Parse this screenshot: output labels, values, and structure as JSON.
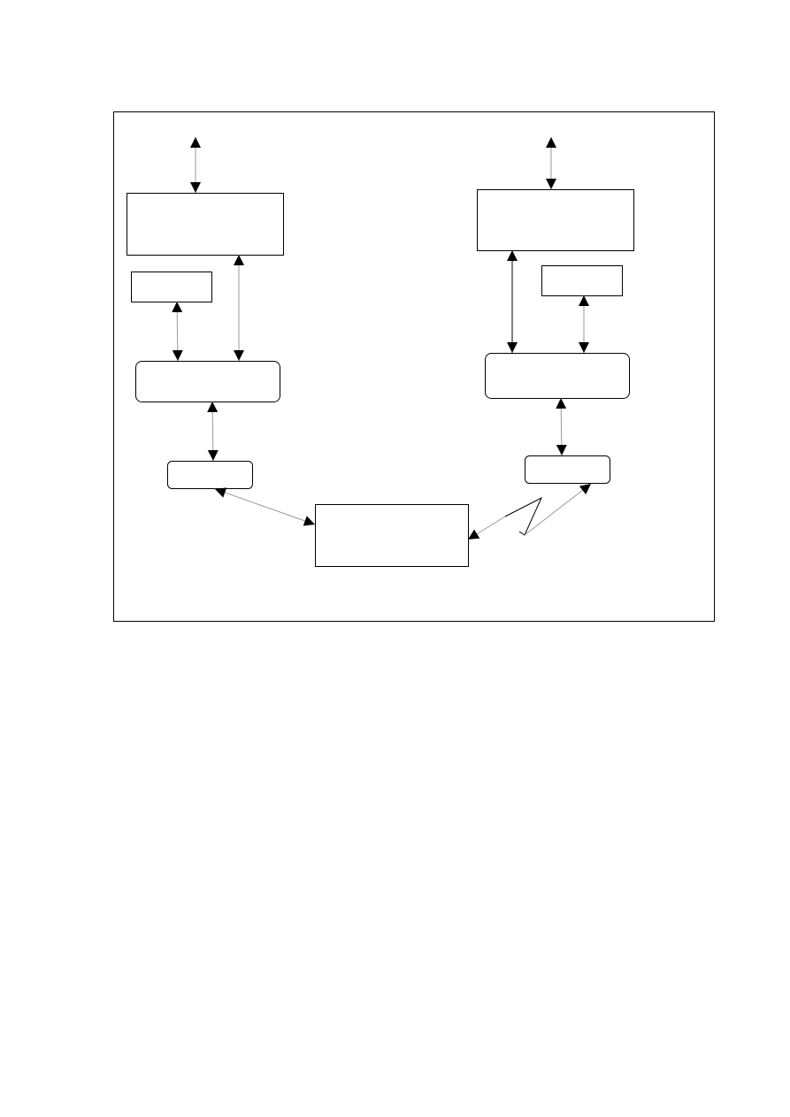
{
  "diagram": {
    "colors": {
      "stroke": "#000000",
      "connector": "#999999",
      "background": "#ffffff"
    },
    "boxes": [
      "left-top",
      "left-small",
      "left-rounded",
      "left-small-rounded",
      "center",
      "right-top",
      "right-small",
      "right-rounded",
      "right-small-rounded"
    ],
    "links": [
      {
        "from": "external-left",
        "to": "left-top",
        "style": "bidirectional"
      },
      {
        "from": "left-small",
        "to": "left-rounded",
        "style": "bidirectional"
      },
      {
        "from": "left-top",
        "to": "left-rounded",
        "style": "bidirectional"
      },
      {
        "from": "left-rounded",
        "to": "left-small-rounded",
        "style": "bidirectional"
      },
      {
        "from": "left-small-rounded",
        "to": "center",
        "style": "bidirectional"
      },
      {
        "from": "external-right",
        "to": "right-top",
        "style": "bidirectional"
      },
      {
        "from": "right-top",
        "to": "right-rounded",
        "style": "bidirectional"
      },
      {
        "from": "right-small",
        "to": "right-rounded",
        "style": "bidirectional"
      },
      {
        "from": "right-rounded",
        "to": "right-small-rounded",
        "style": "bidirectional"
      },
      {
        "from": "right-small-rounded",
        "to": "center",
        "style": "wireless"
      }
    ]
  }
}
